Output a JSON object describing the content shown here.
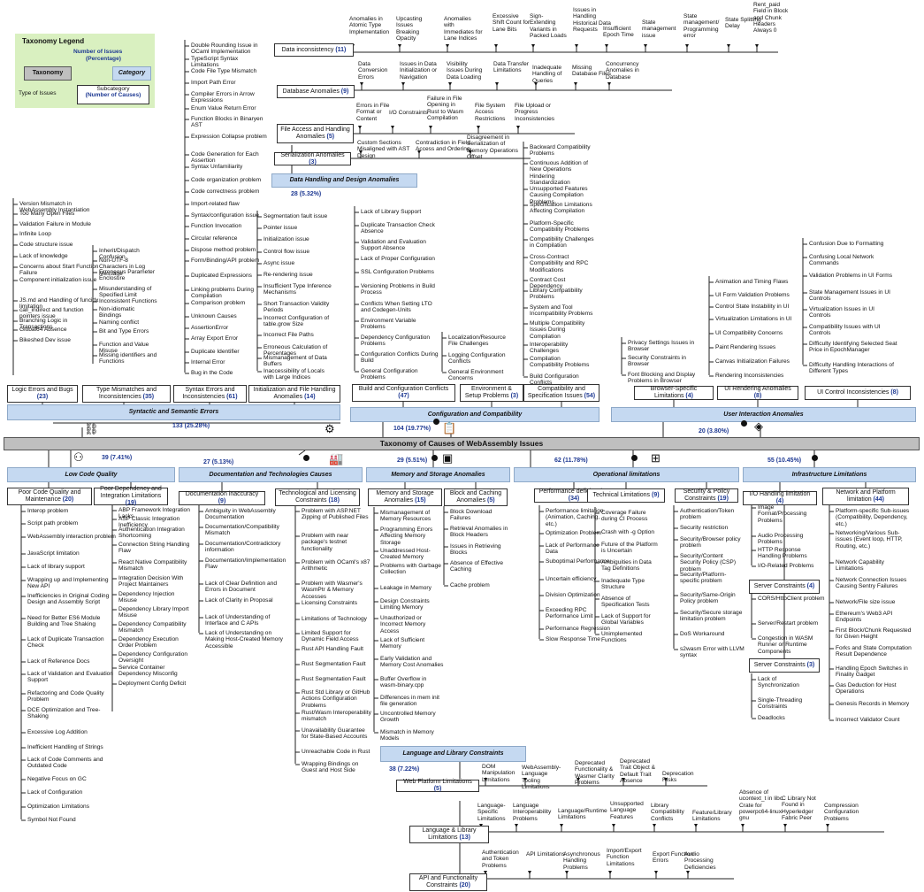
{
  "legend": {
    "title": "Taxonomy Legend",
    "num_issues": "Number of Issues",
    "percentage": "(Percentage)",
    "taxonomy": "Taxonomy",
    "category": "Category",
    "type_of_issues": "Type of Issues",
    "subcategory": "Subcategory",
    "num_causes": "(Number of Causes)"
  },
  "root": "Taxonomy of Causes of WebAssembly Issues",
  "categories": {
    "data": {
      "label": "Data Handling and Design Anomalies",
      "count": "28 (5.32%)"
    },
    "syntactic": {
      "label": "Syntactic and Semantic Errors",
      "count": "133 (25.28%)"
    },
    "config": {
      "label": "Configuration and Compatibility",
      "count": "104 (19.77%)"
    },
    "ui": {
      "label": "User Interaction Anomalies",
      "count": "20 (3.80%)"
    },
    "lowcode": {
      "label": "Low Code Quality",
      "count": "39 (7.41%)"
    },
    "docs": {
      "label": "Documentation and Technologies Causes",
      "count": "27 (5.13%)"
    },
    "memory": {
      "label": "Memory and Storage Anomalies",
      "count": "29 (5.51%)"
    },
    "ops": {
      "label": "Operational limitations",
      "count": "62 (11.78%)"
    },
    "infra": {
      "label": "Infrastructure Limitations",
      "count": "55 (10.45%)"
    },
    "lang": {
      "label": "Language and Library Constraints",
      "count": "38 (7.22%)"
    }
  },
  "sub": {
    "data_incons": {
      "name": "Data inconsistency",
      "n": "(11)"
    },
    "db": {
      "name": "Database Anomalies",
      "n": "(9)"
    },
    "file_access": {
      "name": "File Access and Handling Anomalies",
      "n": "(5)"
    },
    "serial": {
      "name": "Serialization Anomalies",
      "n": "(3)"
    },
    "logic": {
      "name": "Logic Errors and Bugs",
      "n": "(23)"
    },
    "type": {
      "name": "Type Mismatches and Inconsistencies",
      "n": "(35)"
    },
    "syntax": {
      "name": "Syntax Errors and Inconsistencies",
      "n": "(61)"
    },
    "init": {
      "name": "Initialization and File Handling Anomalies",
      "n": "(14)"
    },
    "build": {
      "name": "Build and Configuration Conflicts",
      "n": "(47)"
    },
    "env": {
      "name": "Environment & Setup Problems",
      "n": "(3)"
    },
    "compat": {
      "name": "Compatibility and Specification Issues",
      "n": "(54)"
    },
    "browser": {
      "name": "Browser-Specific Limitations",
      "n": "(4)"
    },
    "uirender": {
      "name": "UI Rendering Anomalies",
      "n": "(8)"
    },
    "uictrl": {
      "name": "UI Control Inconsistencies",
      "n": "(8)"
    },
    "poorcode": {
      "name": "Poor Code Quality and Maintenance",
      "n": "(20)"
    },
    "poordep": {
      "name": "Poor Dependency and Integration Limitations",
      "n": "(19)"
    },
    "docinacc": {
      "name": "Documentation inaccuracy",
      "n": "(9)"
    },
    "techlic": {
      "name": "Technological and Licensing Constraints",
      "n": "(18)"
    },
    "memstore": {
      "name": "Memory and Storage Anomalies",
      "n": "(15)"
    },
    "block": {
      "name": "Block and Caching Anomalies",
      "n": "(5)"
    },
    "perf": {
      "name": "Performance deficiencies",
      "n": "(34)"
    },
    "techlim": {
      "name": "Technical Limitations",
      "n": "(9)"
    },
    "secpol": {
      "name": "Security & Policy Constraints",
      "n": "(19)"
    },
    "io": {
      "name": "I/O Handling limitation",
      "n": "(4)"
    },
    "srv1": {
      "name": "Server Constraints",
      "n": "(4)"
    },
    "srv2": {
      "name": "Server Constraints",
      "n": "(3)"
    },
    "net": {
      "name": "Network and Platform limitation",
      "n": "(44)"
    },
    "web": {
      "name": "Web Platform Limitations",
      "n": "(5)"
    },
    "langlib": {
      "name": "Language & Library Limitations",
      "n": "(13)"
    },
    "api": {
      "name": "API and Functionality Constraints",
      "n": "(20)"
    }
  },
  "items": {
    "data_incons": [
      "Anomalies in Atomic Type Implementation",
      "Upcasting Issues Breaking Opacity",
      "Anomalies with Immediates for Lane Indices",
      "Excessive Shift Count for Lane Bits",
      "Sign-Extending Variants in Packed Loads",
      "Issues in Handling Historical Data Requests",
      "Insufficient Epoch Time",
      "State management issue",
      "State management/ Programming error",
      "State Splitting Delay",
      "Rent_paid Field in Block and Chunk Headers Always 0"
    ],
    "db": [
      "Data Conversion Errors",
      "Issues in Data Initialization or Navigation",
      "Visibility Issues During Data Loading",
      "Data Transfer Limitations",
      "Inadequate Handling of Queries",
      "Missing Database Files",
      "Concurrency Anomalies in Database"
    ],
    "file_access": [
      "Errors in File Format or Content",
      "I/O Constraints",
      "Failure in File Opening in Rust to Wasm Compilation",
      "File System Access Restrictions",
      "File Upload or Progress Inconsistencies"
    ],
    "serial": [
      "Custom Sections Misaligned with AST Design",
      "Contradiction in Field Access and Ordering",
      "Disagreement in Serialization of Memory Operations Offset"
    ],
    "logic": [
      "Version Mismatch in WebAssembly Instantiation",
      "Too Many Open Files",
      "Validation Failure in Module",
      "Infinite Loop",
      "Code structure issue",
      "Lack of knowledge",
      "Concerns about Start Function Failure",
      "Component initialization issue",
      "JS.md and Handling of funcidx limitation",
      "call_indirect and function pointers issue",
      "Branching Logic in Transactions",
      "Global64 Absence",
      "Bikeshed Dev issue"
    ],
    "type": [
      "Inherit/Dispatch Confusion",
      "Non-UTF-8 Characters in Log Message",
      "Erroneous Parameter Enclosure",
      "Misunderstanding of Specified Limit",
      "Inconsistent Functions",
      "Non-idiomatic Bindings",
      "Naming conflict",
      "Bit and Type Errors",
      "Function and Value Misuse",
      "Missing identifiers and Functions"
    ],
    "syntax": [
      "Double Rounding Issue in OCaml Implementation",
      "TypeScript Syntax Limitations",
      "Code File Type Mismatch",
      "Import Path Error",
      "Compiler Errors in Arrow Expressions",
      "Enum Value Return Error",
      "Function Blocks in Binaryen AST",
      "Expression Collapse problem",
      "Code Generation for Each Assertion",
      "Syntax Unfamiliarity",
      "Code organization problem",
      "Code correctness problem",
      "Import-related flaw",
      "Syntax/configuration issue",
      "Function Invocation",
      "Circular reference",
      "Dispose method problem",
      "Form/Binding/API problem",
      "Duplicated Expressions",
      "Linking problems During Compilation",
      "Comparison problem",
      "Unknown Causes",
      "AssertionError",
      "Array Export Error",
      "Duplicate Identifier",
      "Internal Error",
      "Bug in the Code"
    ],
    "init": [
      "Segmentation fault issue",
      "Pointer issue",
      "Initialization issue",
      "Control flow issue",
      "Async issue",
      "Re-rendering issue",
      "Insufficient Type Inference Mechanisms",
      "Short Transaction Validity Periods",
      "Incorrect Configuration of table.grow Size",
      "Incorrect File Paths",
      "Erroneous Calculation of Percentages",
      "Mismanagement of Data Buffers",
      "Inaccessibility of Locals with Large Indices"
    ],
    "build": [
      "Lack of Library Support",
      "Duplicate Transaction Check Absence",
      "Validation and Evaluation Support Absence",
      "Lack of Proper Configuration",
      "SSL Configuration Problems",
      "Versioning Problems in Build Process",
      "Conflicts When Setting LTO and Codegen-Units",
      "Environment Variable Problems",
      "Dependency Configuration Problems",
      "Configuration Conflicts During Build",
      "General Configuration Problems"
    ],
    "env": [
      "Localization/Resource File Challenges",
      "Logging Configuration Conflicts",
      "General Environment Concerns"
    ],
    "compat": [
      "Backward Compatibility Problems",
      "Continuous Addition of New Operations Hindering Standardization",
      "Unsupported Features Causing Compilation Problems",
      "Specification Limitations Affecting Compilation",
      "Platform-Specific Compatibility Problems",
      "Compatibility Challenges in Compilation",
      "Cross-Contract Compatibility and RPC Modifications",
      "Contract Cost Dependency",
      "Library Compatibility Problems",
      "System and Tool Incompatibility Problems",
      "Multiple Compatibility Issues During Compilation",
      "Interoperability Challenges",
      "Compilation Compatibility Problems",
      "Build Configuration Conflicts"
    ],
    "browser": [
      "Privacy Settings Issues in Browser",
      "Security Constraints in Browser",
      "Font Blocking and Display Problems in Browser"
    ],
    "uirender": [
      "Animation and Timing Flaws",
      "UI Form Validation Problems",
      "Control State Instability in UI",
      "Virtualization Limitations in UI",
      "UI Compatibility Concerns",
      "Paint Rendering Issues",
      "Canvas Initialization Failures",
      "Rendering Inconsistencies"
    ],
    "uictrl": [
      "Confusion Due to Formatting",
      "Confusing Local Network Commands",
      "Validation Problems in UI Forms",
      "State Management Issues in UI Controls",
      "Virtualization Issues in UI Controls",
      "Compatibility Issues with UI Controls",
      "Difficulty Identifying Selected Seat Price in EpochManager",
      "Difficulty Handling Interactions of Different Types"
    ],
    "poorcode": [
      "Interop problem",
      "Script path problem",
      "WebAssembly interaction problem",
      "JavaScript limitation",
      "Lack of library support",
      "Wrapping up and Implementing New API",
      "Inefficiencies in Original Coding Design and Assembly Script",
      "Need for Better ES6 Module Building and Tree Shaking",
      "Lack of Duplicate Transaction Check",
      "Lack of Reference Docs",
      "Lack of Validation and Evaluation Support",
      "Refactoring and Code Quality Problem",
      "DCE Optimization and Tree-Shaking",
      "Excessive Log Addition",
      "Inefficient Handling of Strings",
      "Lack of Code Comments and Outdated Code",
      "Negative Focus on GC",
      "Lack of Configuration",
      "Optimization Limitations",
      "Symbol Not Found"
    ],
    "poordep": [
      "ABP Framework Integration Lacks",
      "ASP Classic Integration Inefficiency",
      "Authentication Integration Shortcoming",
      "Connection String Handling Flaw",
      "React Native Compatibility Mismatch",
      "Integration Decision With Project Maintainers",
      "Dependency Injection Misuse",
      "Dependency Library Import Misuse",
      "Dependency Compatibility Mismatch",
      "Dependency Execution Order Problem",
      "Dependency Configuration Oversight",
      "Service Container Dependency Misconfig",
      "Deployment Config Deficit"
    ],
    "docinacc": [
      "Ambiguity in WebAssembly Documentation",
      "Documentation/Compatibility Mismatch",
      "Documentation/Contradictory information",
      "Documentation/Implementation Flaw",
      "Lack of Clear Definition and Errors in Document",
      "Lack of Clarity in Proposal",
      "Lack of Understanding of Interface and C APIs",
      "Lack of Understanding on Making Host-Created Memory Accessible"
    ],
    "techlic": [
      "Problem with ASP.NET Zipping of Published Files",
      "Problem with near package's testnet functionality",
      "Problem with OCaml's x87 Arithmetic",
      "Problem with Wasmer's WasmPtr & Memory Accesses",
      "Licensing Constraints",
      "Limitations of Technology",
      "Limited Support for Dynamic Field Access",
      "Rust API Handling Fault",
      "Rust Segmentation Fault",
      "Rust Segmentation Fault",
      "Rust Std Library or GitHub Actions Configuration Problems",
      "Rust/Wasm Interoperability mismatch",
      "Unavailability Guarantee for State-Based Accounts",
      "Unreachable Code in Rust",
      "Wrapping Bindings on Guest and Host Side"
    ],
    "memstore": [
      "Mismanagement of Memory Resources",
      "Programming Errors Affecting Memory Storage",
      "Unaddressed Host-Created Memory",
      "Problems with Garbage Collection",
      "Leakage in Memory",
      "Design Constraints Limiting Memory",
      "Unauthorized or Incorrect Memory Access",
      "Lack of Sufficient Memory",
      "Early Validation and Memory Cost Anomalies",
      "Buffer Overflow in wasm-binary.cpp",
      "Differences in mem init file generation",
      "Uncontrolled Memory Growth",
      "Mismatch in Memory Models"
    ],
    "block": [
      "Block Download Failures",
      "Retrieval Anomalies in Block Headers",
      "Issues in Retrieving Blocks",
      "Absence of Effective Caching",
      "Cache problem"
    ],
    "perf": [
      "Performance limitation (Animation, Caching, etc.)",
      "Optimization Problem",
      "Lack of Performance Data",
      "Suboptimal Performance",
      "Uncertain efficiency",
      "Division Optimization",
      "Exceeding RPC Performance Limit",
      "Performance Regression",
      "Slow Response Time"
    ],
    "techlim": [
      "Coverage Failure during CI Process",
      "Crash with -g Option",
      "Future of the Platform is Uncertain",
      "Ambiguities in Data Tag Definitions",
      "Inadequate Type Structure",
      "Absence of Specification Tests",
      "Lack of Support for Global Variables",
      "Unimplemented Functions"
    ],
    "secpol": [
      "Authentication/Token problem",
      "Security restriction",
      "Security/Browser policy problem",
      "Security/Content Security Policy (CSP) problem",
      "Security/Platform-specific problem",
      "Security/Same-Origin Policy problem",
      "Security/Secure storage limitation problem",
      "DoS Workaround",
      "s2wasm Error with LLVM syntax"
    ],
    "io": [
      "Image Format/Processing Problems",
      "Audio Processing Problems",
      "HTTP Response Handling Problems",
      "I/O-Related Problems"
    ],
    "srv1": [
      "CORS/HttpClient problem",
      "Server/Restart problem",
      "Congestion in WASM Runner or Runtime Components"
    ],
    "srv2": [
      "Lack of Synchronization",
      "Single-Threading Constraints",
      "Deadlocks"
    ],
    "net": [
      "Platform-specific Sub-issues (Compatibility, Dependency, etc.)",
      "Networking/Various Sub-issues (Event loop, HTTP, Routing, etc.)",
      "Network Capability Limitations",
      "Network Connection Issues Causing Sentry Failures",
      "Network/File size issue",
      "Ethereum's Web3 API Endpoints",
      "First Block/Chunk Requested for Given Height",
      "Forks and State Computation Result Dependence",
      "Handling Epoch Switches in Finality Gadget",
      "Gas Deduction for Host Operations",
      "Genesis Records in Memory",
      "Incorrect Validator Count"
    ],
    "web": [
      "DOM Manipulation Limitations",
      "WebAssembly-Language Tooling Limitations",
      "Deprecated Functionality & Wasmer Clarity Problems",
      "Deprecated Trait Object & Default Trait Absence",
      "Deprecation Risks"
    ],
    "langlib": [
      "Language-Specific Limitations",
      "Language Interoperability Problems",
      "Language/Runtime Limitations",
      "Unsupported Language Features",
      "Library Compatibility Conflicts",
      "Feature/Library Limitations",
      "Absence of ucontext_t in libc Crate for powerpc64-linux-gnu",
      "C Library Not Found in Hyperledger Fabric Peer",
      "Compression Configuration Problems"
    ],
    "api": [
      "Authentication and Token Problems",
      "API Limitations",
      "Asynchronous Handling Problems",
      "Import/Export Function Limitations",
      "Export Function Errors",
      "Audio Processing Deficiencies"
    ]
  }
}
